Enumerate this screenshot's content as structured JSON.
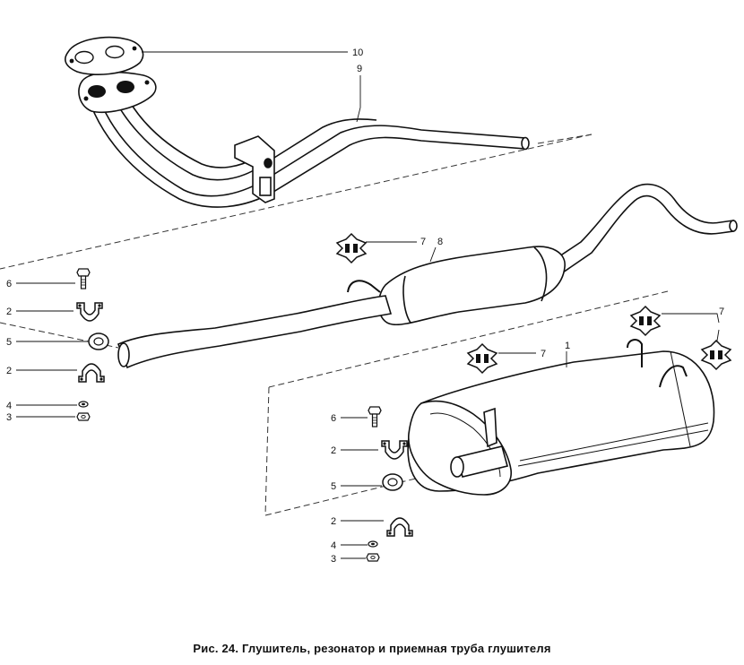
{
  "caption": "Рис. 24. Глушитель, резонатор и приемная труба глушителя",
  "callouts": {
    "n10": "10",
    "n9": "9",
    "n8": "8",
    "n7a": "7",
    "n7b": "7",
    "n7c": "7",
    "n1": "1",
    "l6": "6",
    "l2a": "2",
    "l5": "5",
    "l2b": "2",
    "l4": "4",
    "l3": "3",
    "r6": "6",
    "r2a": "2",
    "r5": "5",
    "r2b": "2",
    "r4": "4",
    "r3": "3"
  }
}
